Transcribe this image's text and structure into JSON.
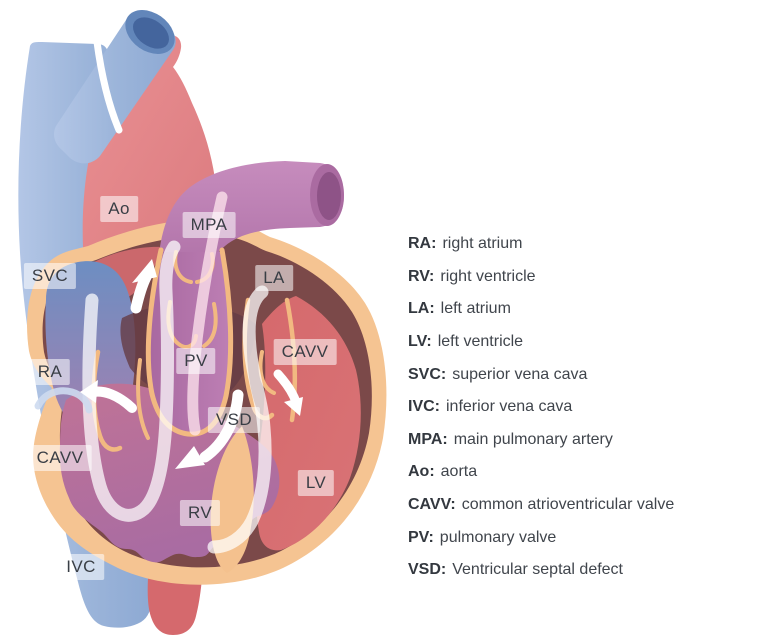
{
  "diagram": {
    "labels": {
      "svc": "SVC",
      "ao": "Ao",
      "mpa": "MPA",
      "la": "LA",
      "cavv_right": "CAVV",
      "ra": "RA",
      "pv": "PV",
      "vsd": "VSD",
      "cavv_left": "CAVV",
      "lv": "LV",
      "rv": "RV",
      "ivc": "IVC"
    },
    "colors": {
      "vein_blue": "#9cb5da",
      "aorta_pink": "#e78e90",
      "mpa_purple": "#bd81b5",
      "wall_peach": "#f5c492",
      "atrium_maroon": "#7b4949",
      "lv_red": "#d5696c",
      "rv_mauve": "#ab6fa3",
      "ra_blue": "#7490c2",
      "valve_orange": "#f2ba80",
      "arrow_white": "#ffffff",
      "label_text": "#393e45"
    }
  },
  "legend": {
    "items": [
      {
        "abbr": "RA:",
        "desc": "right atrium"
      },
      {
        "abbr": "RV:",
        "desc": "right ventricle"
      },
      {
        "abbr": "LA:",
        "desc": "left atrium"
      },
      {
        "abbr": "LV:",
        "desc": "left ventricle"
      },
      {
        "abbr": "SVC:",
        "desc": "superior vena cava"
      },
      {
        "abbr": "IVC:",
        "desc": "inferior vena cava"
      },
      {
        "abbr": "MPA:",
        "desc": "main pulmonary artery"
      },
      {
        "abbr": "Ao:",
        "desc": "aorta"
      },
      {
        "abbr": "CAVV:",
        "desc": "common atrioventricular valve"
      },
      {
        "abbr": "PV:",
        "desc": "pulmonary valve"
      },
      {
        "abbr": "VSD:",
        "desc": "Ventricular septal defect"
      }
    ]
  }
}
